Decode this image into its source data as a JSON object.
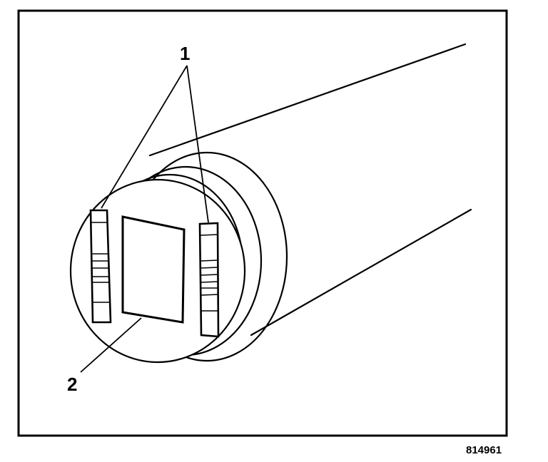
{
  "callouts": {
    "one": "1",
    "two": "2"
  },
  "figure_id": "814961",
  "colors": {
    "line": "#000000",
    "background": "#ffffff"
  }
}
